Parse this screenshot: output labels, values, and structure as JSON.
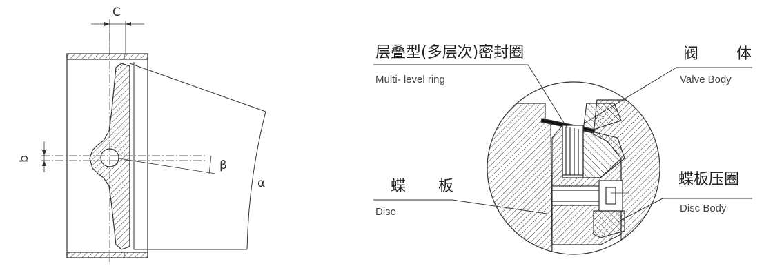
{
  "left_diagram": {
    "dim_c": "C",
    "dim_b": "b",
    "angle_beta": "β",
    "angle_alpha": "α"
  },
  "right_diagram": {
    "seal_ring_cn": "层叠型(多层次)密封圈",
    "seal_ring_en": "Multi- level ring",
    "valve_body_cn": "阀 体",
    "valve_body_en": "Valve Body",
    "disc_cn": "蝶 板",
    "disc_en": "Disc",
    "disc_ring_cn": "蝶板压圈",
    "disc_ring_en": "Disc Body"
  }
}
